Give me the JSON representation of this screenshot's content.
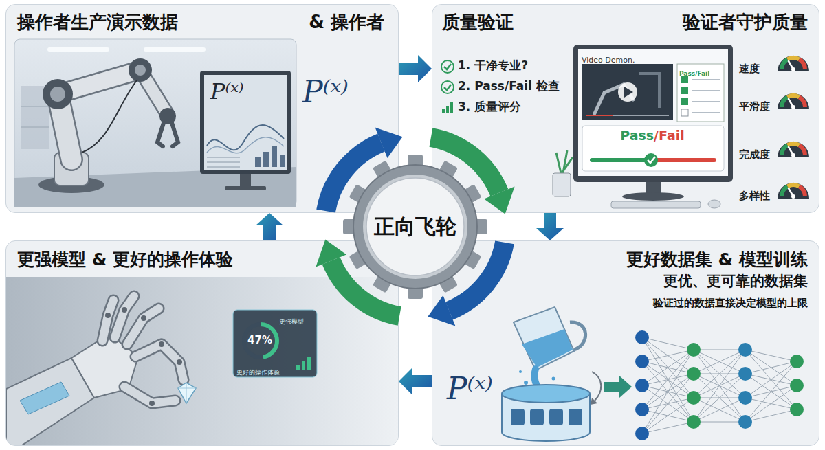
{
  "diagram": {
    "nodes": [
      {
        "text": [
          "操作者生产演示数据",
          "& 操作者"
        ]
      },
      {
        "text": [
          "质量验证",
          "验证者守护质量"
        ]
      },
      {
        "text": [
          "更好数据集 & 模型训练",
          "更优、更可靠的数据集",
          "验证过的数据直接决定模型的上限"
        ]
      },
      {
        "text": [
          "更强模型 & 更好的操作体验"
        ]
      },
      {
        "text": [
          "正向飞轮"
        ]
      }
    ],
    "edges": [
      {
        "from": 0,
        "to": 1,
        "arrow": "to"
      },
      {
        "from": 1,
        "to": 2,
        "arrow": "to"
      },
      {
        "from": 2,
        "to": 3,
        "arrow": "to"
      },
      {
        "from": 3,
        "to": 0,
        "arrow": "to"
      }
    ],
    "labels": [
      "P⁽ˣ⁾",
      "P⁽ˣ⁾",
      "1. 干净专业?",
      "2. Pass/Fail 检查",
      "3. 质量评分",
      "Video Demon.",
      "Pass/Fail",
      "Pass",
      "/Fail",
      "速度",
      "平滑度",
      "完成度",
      "多样性",
      "P⁽ˣ⁾",
      "更强模型",
      "47%",
      "更好的操作体验"
    ]
  }
}
